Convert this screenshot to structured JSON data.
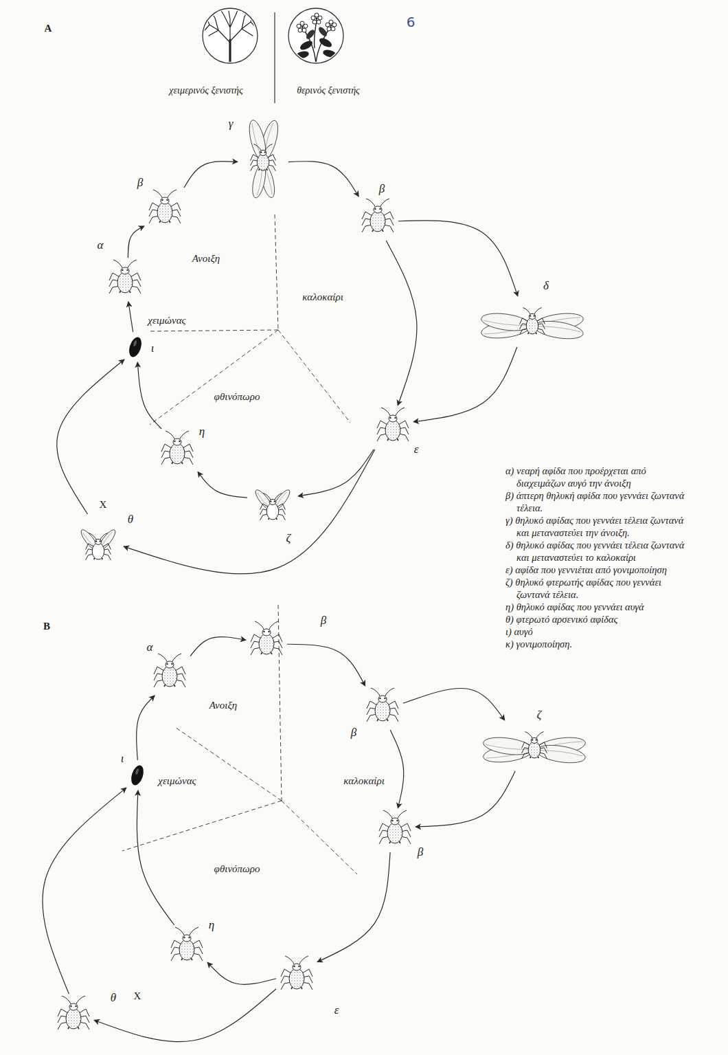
{
  "diagram": {
    "nodes": [
      {
        "text": [
          "α"
        ]
      },
      {
        "text": [
          "β"
        ]
      },
      {
        "text": [
          "γ"
        ]
      },
      {
        "text": [
          "β"
        ]
      },
      {
        "text": [
          "δ"
        ]
      },
      {
        "text": [
          "ε"
        ]
      },
      {
        "text": [
          "ζ"
        ]
      },
      {
        "text": [
          "η"
        ]
      },
      {
        "text": [
          "θ"
        ]
      },
      {
        "text": [
          "ι"
        ]
      },
      {
        "text": [
          "α"
        ]
      },
      {
        "text": [
          "β"
        ]
      },
      {
        "text": [
          "β"
        ]
      },
      {
        "text": [
          "ζ"
        ]
      },
      {
        "text": [
          "β"
        ]
      },
      {
        "text": [
          "ε"
        ]
      },
      {
        "text": [
          "η"
        ]
      },
      {
        "text": [
          "θ"
        ]
      },
      {
        "text": [
          "ι"
        ]
      }
    ],
    "edges": [
      {
        "from": 9,
        "to": 0,
        "arrow": "to"
      },
      {
        "from": 0,
        "to": 1,
        "arrow": "to"
      },
      {
        "from": 1,
        "to": 2,
        "arrow": "to"
      },
      {
        "from": 2,
        "to": 3,
        "arrow": "to"
      },
      {
        "from": 3,
        "to": 4,
        "arrow": "to"
      },
      {
        "from": 3,
        "to": 5,
        "arrow": "to"
      },
      {
        "from": 4,
        "to": 5,
        "arrow": "to"
      },
      {
        "from": 5,
        "to": 6,
        "arrow": "to"
      },
      {
        "from": 5,
        "to": 8,
        "arrow": "to"
      },
      {
        "from": 6,
        "to": 7,
        "arrow": "to"
      },
      {
        "from": 7,
        "to": 9,
        "arrow": "to"
      },
      {
        "from": 8,
        "to": 9,
        "arrow": "to"
      },
      {
        "from": 18,
        "to": 10,
        "arrow": "to"
      },
      {
        "from": 10,
        "to": 11,
        "arrow": "to"
      },
      {
        "from": 11,
        "to": 12,
        "arrow": "to"
      },
      {
        "from": 12,
        "to": 13,
        "arrow": "to"
      },
      {
        "from": 12,
        "to": 14,
        "arrow": "to"
      },
      {
        "from": 13,
        "to": 14,
        "arrow": "to"
      },
      {
        "from": 14,
        "to": 15,
        "arrow": "to"
      },
      {
        "from": 15,
        "to": 16,
        "arrow": "to"
      },
      {
        "from": 15,
        "to": 17,
        "arrow": "to"
      },
      {
        "from": 16,
        "to": 18,
        "arrow": "to"
      },
      {
        "from": 17,
        "to": 18,
        "arrow": "to"
      }
    ],
    "labels": [
      "A",
      "6",
      "χειμερινός ξενιστής",
      "θερινός ξενιστής",
      "Ανοιξη",
      "καλοκαίρι",
      "χειμώνας",
      "φθινόπωρο",
      "X",
      "B",
      "Ανοιξη",
      "χειμώνας",
      "καλοκαίρι",
      "φθινόπωρο",
      "X"
    ],
    "legend": [
      {
        "text": "α) νεαρή αφίδα που προέρχεται από διαχειμάζων αυγό την άνοιξη"
      },
      {
        "text": "β) άπτερη θηλυκή αφίδα που γεννάει ζωντανά τέλεια."
      },
      {
        "text": "γ) θηλυκό αφίδας που γεννάει τέλεια ζωντανά και μεταναστεύει την άνοιξη."
      },
      {
        "text": "δ) θηλυκό αφίδας που γεννάει τέλεια ζωντανά και μεταναστεύει το καλοκαίρι"
      },
      {
        "text": "ε) αφίδα που γεννιέται από γονιμοποίηση"
      },
      {
        "text": "ζ) θηλυκό φτερωτής αφίδας που γεννάει ζωντανά τέλεια."
      },
      {
        "text": "η) θηλυκό αφίδας που γεννάει αυγά"
      },
      {
        "text": "θ) φτερωτό αρσενικό αφίδας"
      },
      {
        "text": "ι) αυγό"
      },
      {
        "text": "κ) γονιμοποίηση."
      }
    ]
  }
}
